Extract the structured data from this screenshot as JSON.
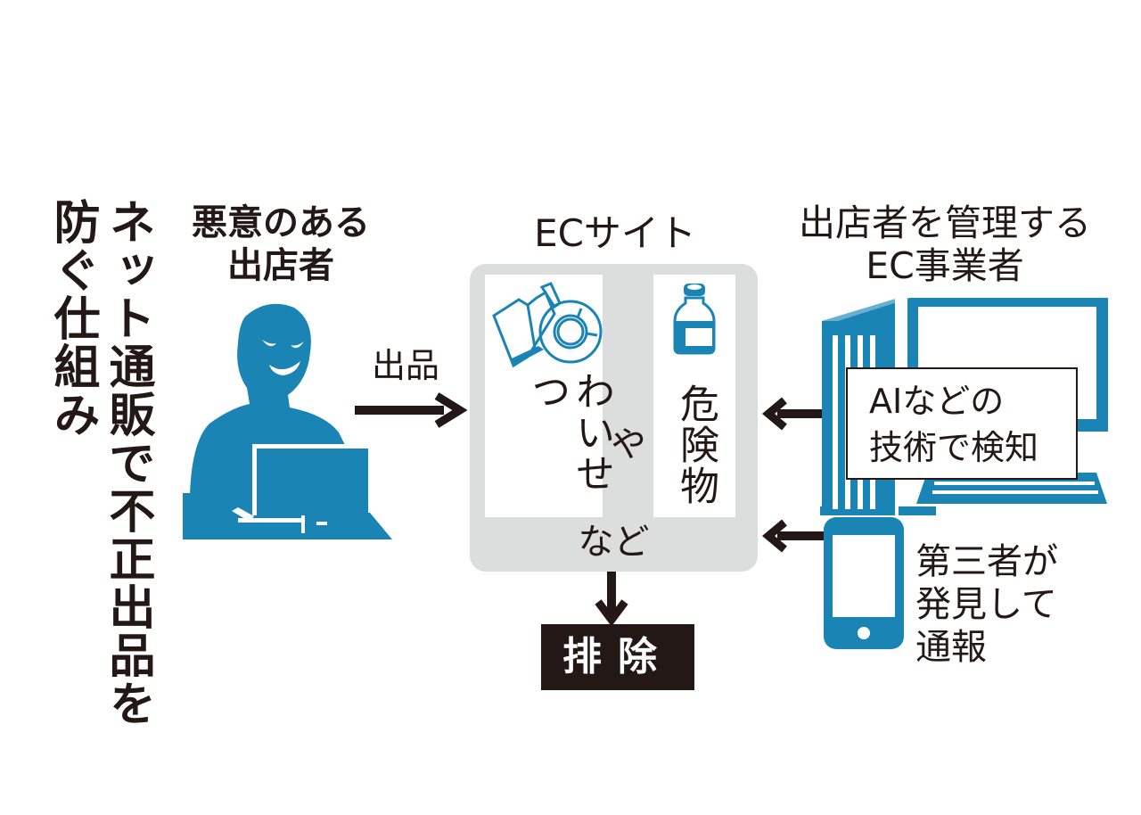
{
  "title": "ネット通販で不正出品を防ぐ仕組み",
  "title_lines": [
    "ネット通販で不正出品を",
    "防ぐ仕組み"
  ],
  "colors": {
    "accent_blue": "#1a85b5",
    "panel_gray": "#dcdddd",
    "ink": "#231815"
  },
  "seller": {
    "label_lines": [
      "悪意のある",
      "出店者"
    ],
    "icon": "malicious-seller-at-computer-icon"
  },
  "listing_arrow_label": "出品",
  "ec_site": {
    "label": "ECサイト",
    "items": [
      {
        "label": "わいせつ",
        "icon": "book-and-disc-icon"
      },
      {
        "label": "危険物",
        "icon": "bottle-icon"
      }
    ],
    "connector": "や",
    "footer": "など"
  },
  "result": {
    "label": "排除"
  },
  "operator": {
    "label_lines": [
      "出店者を管理する",
      "EC事業者"
    ],
    "icon": "desktop-computer-icon",
    "detection_lines": [
      "AIなどの",
      "技術で検知"
    ]
  },
  "third_party": {
    "icon": "smartphone-icon",
    "label_lines": [
      "第三者が",
      "発見して",
      "通報"
    ]
  }
}
